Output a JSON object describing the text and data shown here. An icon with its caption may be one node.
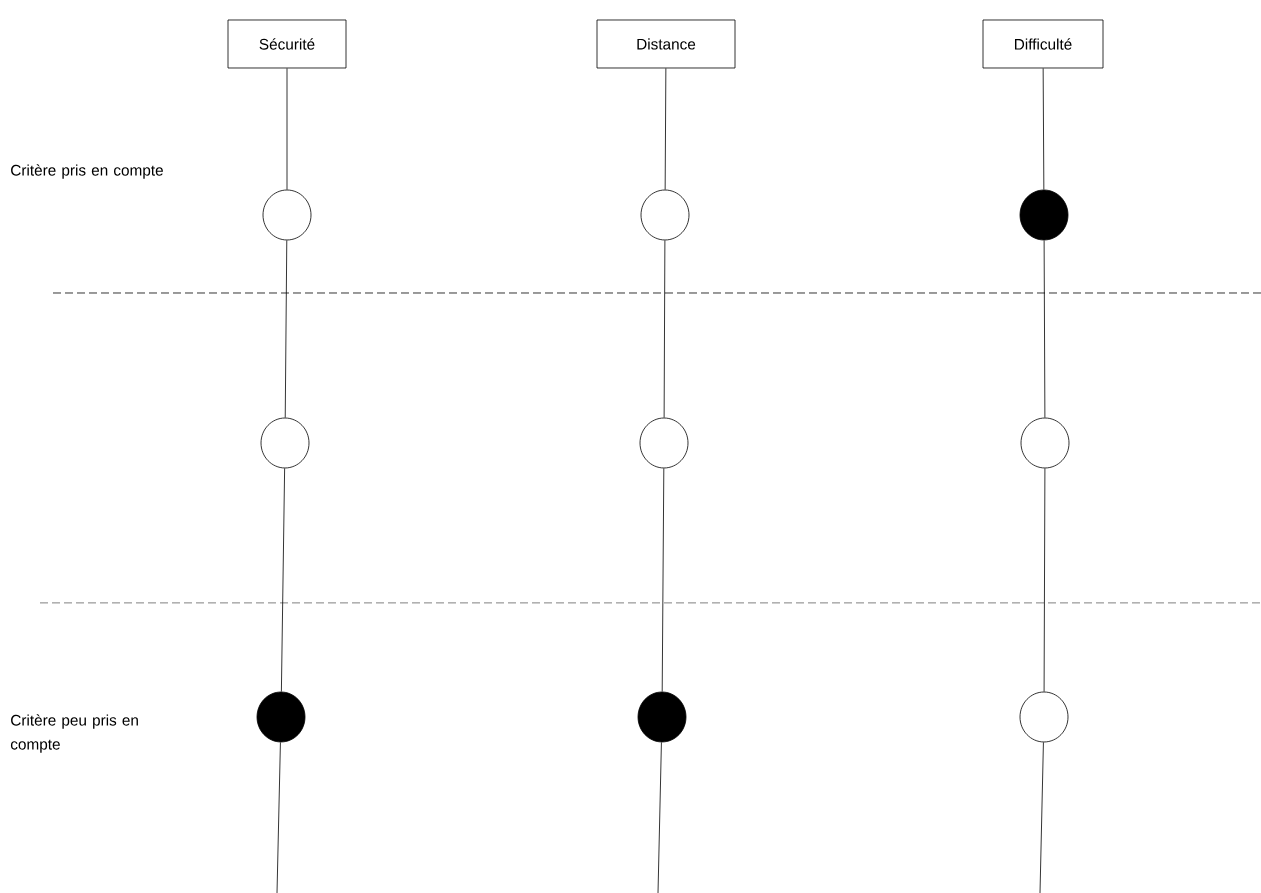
{
  "diagram": {
    "nodes": [
      {
        "text": [
          "Sécurité"
        ]
      },
      {
        "text": [
          "Distance"
        ]
      },
      {
        "text": [
          "Difficulté"
        ]
      },
      {
        "text": [],
        "shape": "circle"
      },
      {
        "text": [],
        "shape": "circle"
      },
      {
        "text": [],
        "shape": "dot"
      },
      {
        "text": [],
        "shape": "circle"
      },
      {
        "text": [],
        "shape": "circle"
      },
      {
        "text": [],
        "shape": "circle"
      },
      {
        "text": [],
        "shape": "dot"
      },
      {
        "text": [],
        "shape": "dot"
      },
      {
        "text": [],
        "shape": "circle"
      }
    ],
    "edges": [
      {
        "from": 0,
        "to": 3,
        "arrow": "none"
      },
      {
        "from": 3,
        "to": 6,
        "arrow": "none"
      },
      {
        "from": 6,
        "to": 9,
        "arrow": "none"
      },
      {
        "from": 9,
        "to": null,
        "arrow": "none"
      },
      {
        "from": 1,
        "to": 4,
        "arrow": "none"
      },
      {
        "from": 4,
        "to": 7,
        "arrow": "none"
      },
      {
        "from": 7,
        "to": 10,
        "arrow": "none"
      },
      {
        "from": 10,
        "to": null,
        "arrow": "none"
      },
      {
        "from": 2,
        "to": 5,
        "arrow": "none"
      },
      {
        "from": 5,
        "to": 8,
        "arrow": "none"
      },
      {
        "from": 8,
        "to": 11,
        "arrow": "none"
      },
      {
        "from": 11,
        "to": null,
        "arrow": "none"
      }
    ],
    "labels": [
      "Critère pris en compte",
      "Critère peu pris en compte"
    ]
  }
}
